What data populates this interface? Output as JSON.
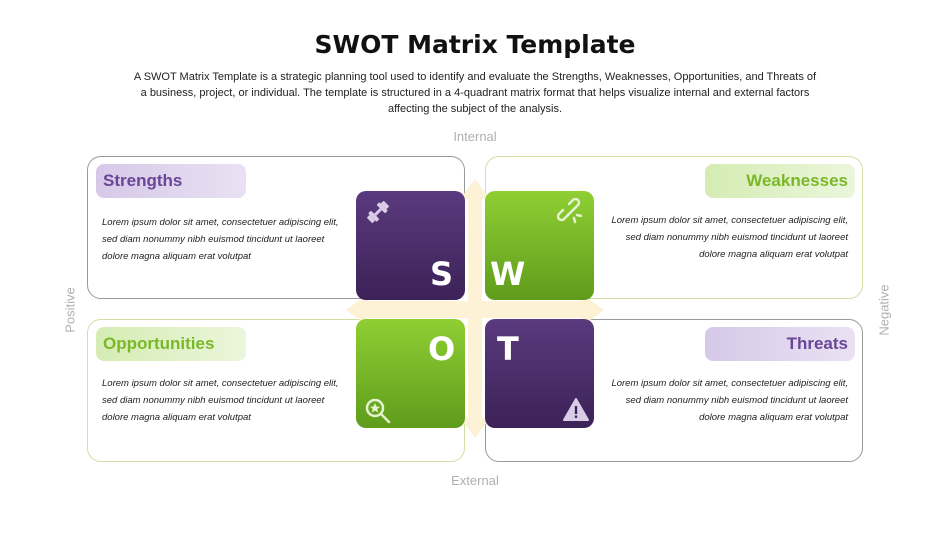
{
  "title": "SWOT Matrix Template",
  "description": "A SWOT Matrix Template is a strategic planning tool used to identify and evaluate the Strengths, Weaknesses, Opportunities, and Threats of a business, project, or individual. The template is structured in a 4-quadrant matrix format that helps visualize internal and external factors affecting the subject of the analysis.",
  "axes": {
    "top": "Internal",
    "bottom": "External",
    "left": "Positive",
    "right": "Negative"
  },
  "colors": {
    "purple": "#4a2d6b",
    "green": "#7bb829",
    "cream": "#fdf1d6"
  },
  "quadrants": [
    {
      "label": "Strengths",
      "letter": "S",
      "icon": "dumbbell-icon",
      "text": "Lorem ipsum dolor sit amet, consectetuer adipiscing elit, sed diam nonummy nibh euismod tincidunt ut laoreet dolore magna aliquam erat volutpat"
    },
    {
      "label": "Weaknesses",
      "letter": "W",
      "icon": "broken-link-icon",
      "text": "Lorem ipsum dolor sit amet, consectetuer adipiscing elit, sed diam nonummy nibh euismod tincidunt ut laoreet dolore magna aliquam erat volutpat"
    },
    {
      "label": "Opportunities",
      "letter": "O",
      "icon": "search-star-icon",
      "text": "Lorem ipsum dolor sit amet, consectetuer adipiscing elit, sed diam nonummy nibh euismod tincidunt ut laoreet dolore magna aliquam erat volutpat"
    },
    {
      "label": "Threats",
      "letter": "T",
      "icon": "warning-icon",
      "text": "Lorem ipsum dolor sit amet, consectetuer adipiscing elit, sed diam nonummy nibh euismod tincidunt ut laoreet dolore magna aliquam erat volutpat"
    }
  ]
}
